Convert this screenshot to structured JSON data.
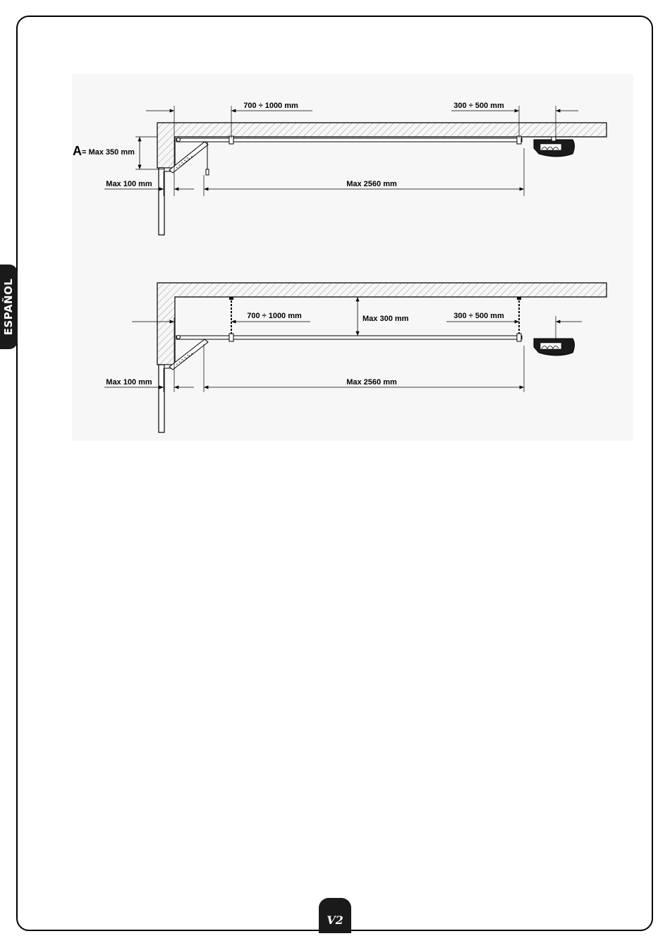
{
  "sidebar": {
    "language": "ESPAÑOL"
  },
  "diagram1": {
    "dim_spring": "700 ÷ 1000 mm",
    "dim_motor": "300 ÷ 500 mm",
    "label_a": "A",
    "dim_height": "= Max 350 mm",
    "dim_wall": "Max 100 mm",
    "dim_rail": "Max 2560 mm"
  },
  "diagram2": {
    "dim_spring": "700 ÷ 1000 mm",
    "dim_height": "Max 300 mm",
    "dim_motor": "300 ÷ 500 mm",
    "dim_wall": "Max 100 mm",
    "dim_rail": "Max 2560 mm"
  },
  "footer": {
    "logo": "V2"
  }
}
